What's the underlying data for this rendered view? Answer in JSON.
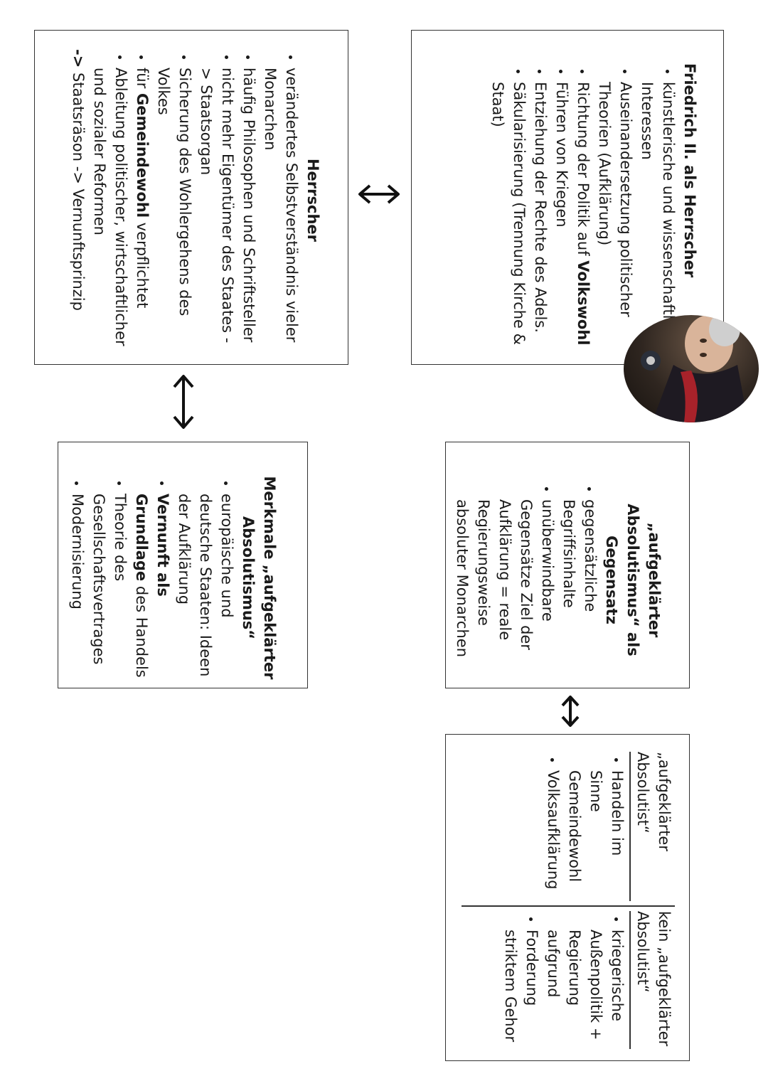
{
  "friedrich": {
    "title": "Friedrich II. als Herrscher",
    "items": [
      "künstlerische und wissenschaftliche Interessen",
      "Auseinandersetzung politischer Theorien (Aufklärung)",
      "Führen von Kriegen",
      "Entziehung der Rechte des Adels.",
      "Säkularisierung (Trennung Kirche & Staat)"
    ],
    "item_politik_prefix": "Richtung der Politik auf",
    "item_politik_bold": "Volkswohl"
  },
  "herrscher": {
    "title": "Herrscher",
    "items": [
      "verändertes Selbstverständnis vieler Monarchen",
      "häufig Philosophen und Schriftsteller",
      "nicht mehr Eigentümer des Staates -> Staatsorgan",
      "Sicherung des Wohlergehens des Volkes",
      "Ableitung politischer, wirtschaftlicher und sozialer Reformen"
    ],
    "item_gemein_prefix": "für",
    "item_gemein_bold": "Gemeindewohl",
    "item_gemein_suffix": "verpflichtet",
    "footer_arrow": "->",
    "footer_text": "Staatsräson -> Vernunftsprinzip"
  },
  "gegensatz": {
    "title": "„aufgeklärter Absolutismus“ als Gegensatz",
    "items": [
      "gegensätzliche Begriffsinhalte",
      "unüberwindbare Gegensätze Ziel der Aufklärung = reale Regierungsweise absoluter Monarchen"
    ]
  },
  "merkmale": {
    "title": "Merkmale „aufgeklärter Absolutismus“",
    "items": [
      "europäische und deutsche Staaten: Ideen der Aufklärung",
      "Theorie des Gesellschaftsvertrages",
      "Modernisierung"
    ],
    "item_vernunft_bold": "Vernunft als Grundlage",
    "item_vernunft_suffix": "des Handels"
  },
  "vergleich": {
    "left_header": "„aufgeklärter Absolutist“",
    "left_items": [
      "Handeln im Sinne Gemeindewohl",
      "Volksaufklärung"
    ],
    "right_header": "kein „aufgeklärter Absolutist“",
    "right_items": [
      "kriegerische Außenpolitik + Regierung aufgrund",
      "Forderung striktem Gehor"
    ]
  },
  "colors": {
    "border": "#333333",
    "text": "#1a1a1a",
    "background": "#ffffff"
  },
  "icons": [
    "portrait-image",
    "double-arrow-icon"
  ]
}
